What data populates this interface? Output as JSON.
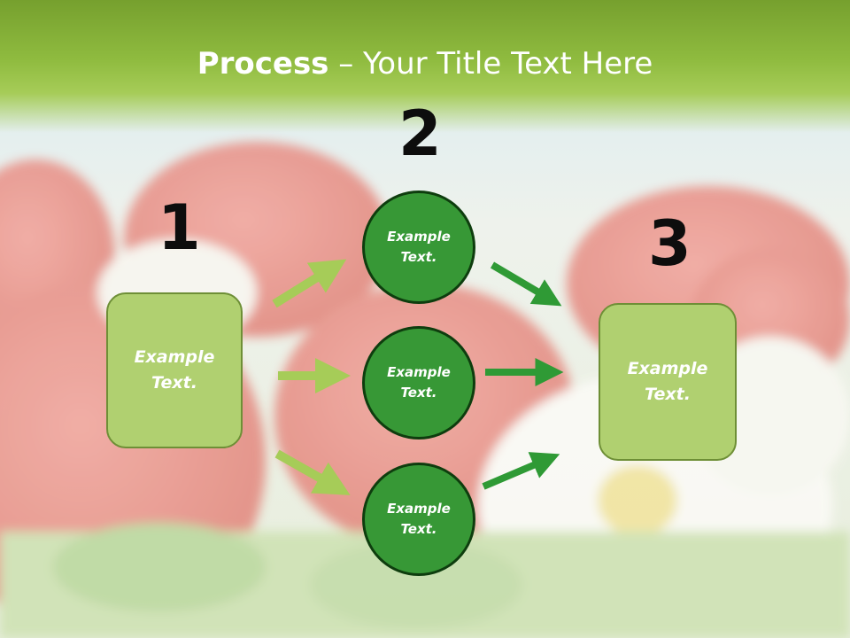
{
  "title": {
    "bold": "Process",
    "rest": " – Your Title Text Here"
  },
  "steps": {
    "one": "1",
    "two": "2",
    "three": "3"
  },
  "left_box": {
    "text": "Example\nText."
  },
  "right_box": {
    "text": "Example\nText."
  },
  "circles": [
    {
      "text": "Example\nText."
    },
    {
      "text": "Example\nText."
    },
    {
      "text": "Example\nText."
    }
  ],
  "colors": {
    "header": "#8fbb3f",
    "box_fill": "#b0d070",
    "circle_fill": "#379836",
    "arrow_light": "#a6cc58",
    "arrow_dark": "#2f9a35"
  }
}
